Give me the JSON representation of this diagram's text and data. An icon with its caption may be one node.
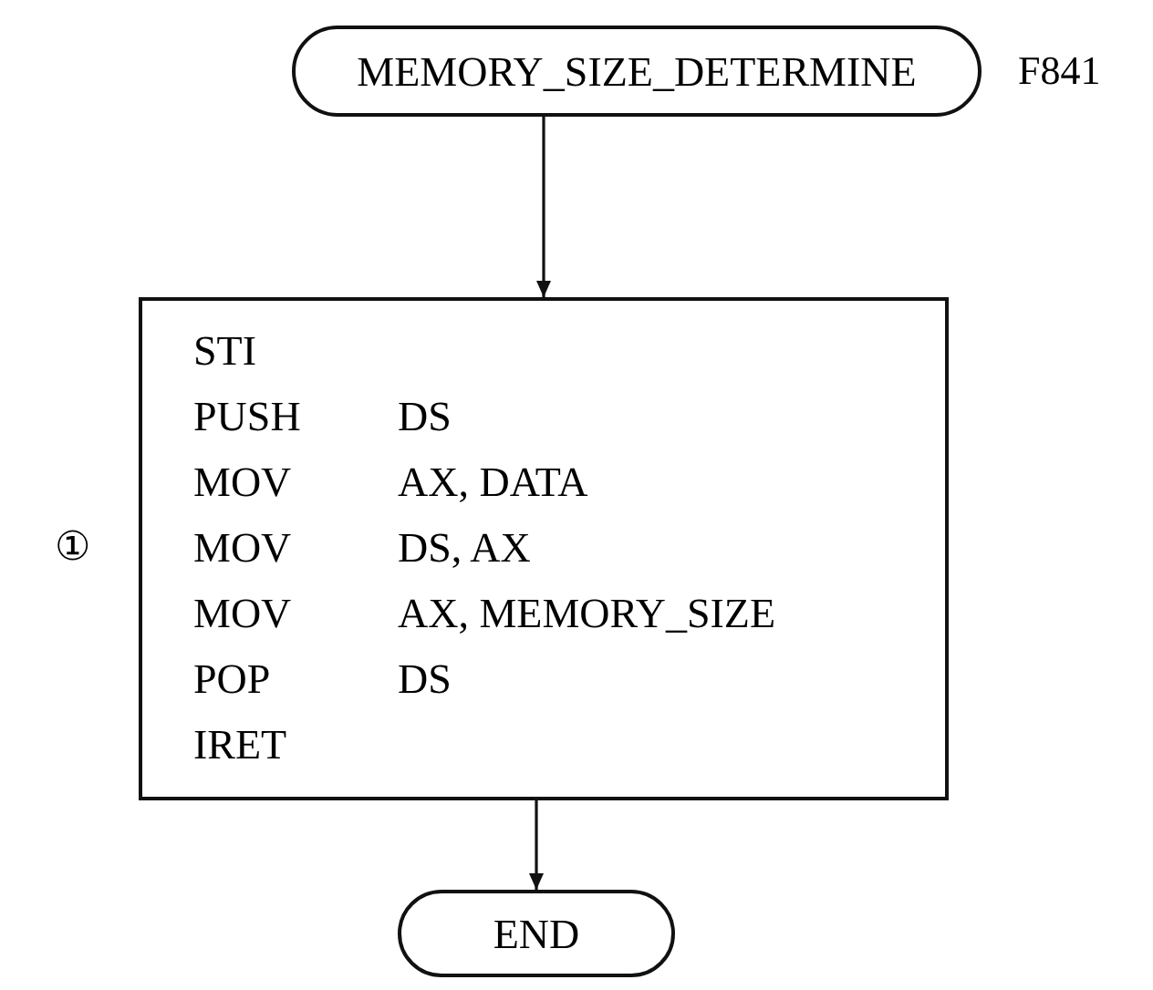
{
  "diagram": {
    "nodes": [
      {
        "text": [
          "MEMORY_SIZE_DETERMINE"
        ],
        "beside": [
          "F841"
        ]
      },
      {
        "text": [
          "STI",
          "PUSH DS",
          "MOV AX, DATA",
          "MOV DS, AX",
          "MOV AX, MEMORY_SIZE",
          "POP DS",
          "IRET"
        ],
        "beside": [
          "①"
        ]
      },
      {
        "text": [
          "END"
        ]
      }
    ],
    "edges": [
      {
        "from": 0,
        "to": 1,
        "arrow": "to"
      },
      {
        "from": 1,
        "to": 2,
        "arrow": "to"
      }
    ]
  }
}
